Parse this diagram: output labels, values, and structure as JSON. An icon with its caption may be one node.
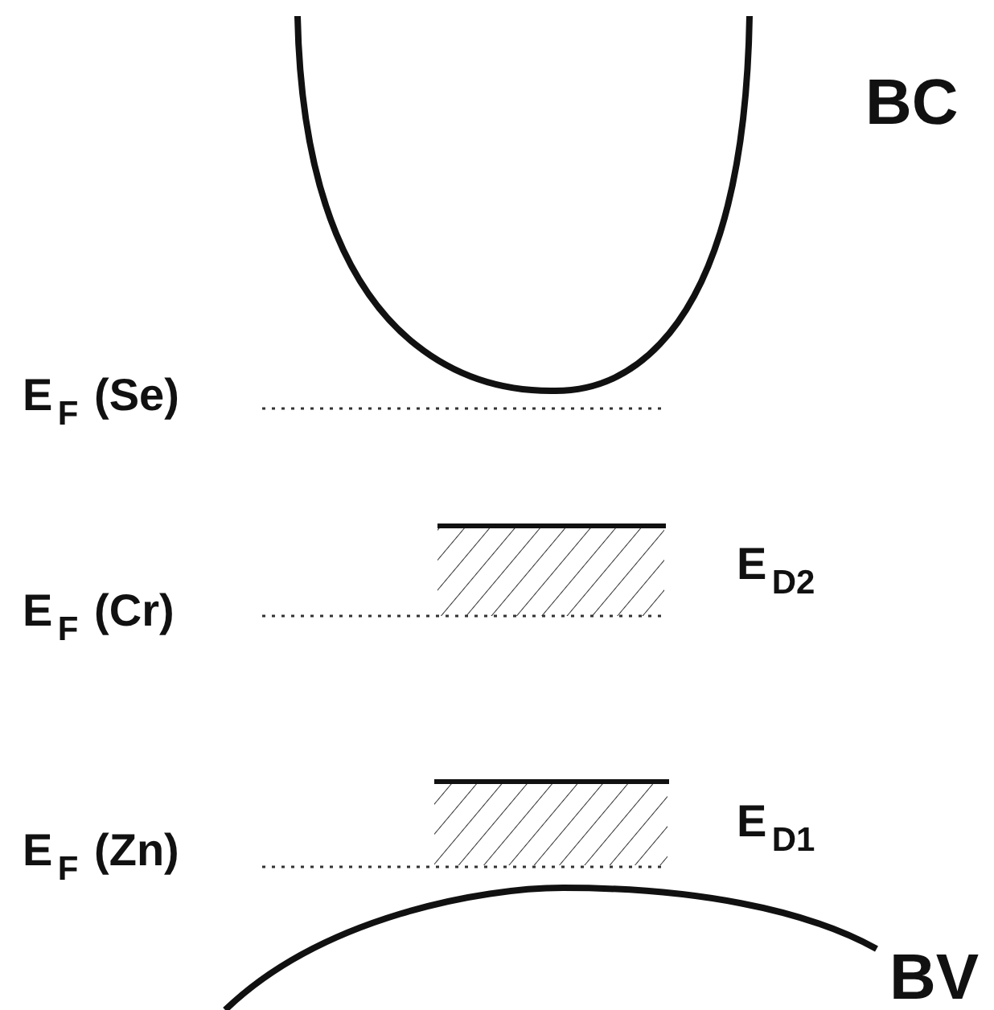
{
  "diagram": {
    "labels": [
      "BC",
      "E$_{F}$ (Se)",
      "E$_{F}$ (Cr)",
      "E$_{D2}$",
      "E$_{F}$ (Zn)",
      "E$_{D1}$",
      "BV"
    ]
  }
}
